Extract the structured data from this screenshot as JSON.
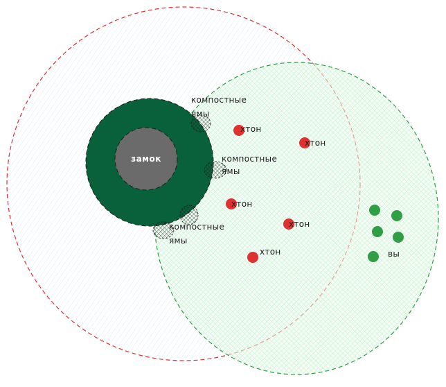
{
  "colors": {
    "red_zone_stroke": "#e03131",
    "green_zone_stroke": "#2f9e44",
    "green_zone_fill": "#b2f2bb",
    "blue_zone_fill": "#d0ebff",
    "ring_fill": "#08613a",
    "castle_fill": "#6b6b6b",
    "chthon_dot": "#e03131",
    "you_dot": "#2f9e44",
    "pit_stroke": "#1e1e1e"
  },
  "labels": {
    "castle": "замок",
    "compost_pits": "компостные ямы",
    "chthon": "хтон",
    "you": "вы"
  }
}
